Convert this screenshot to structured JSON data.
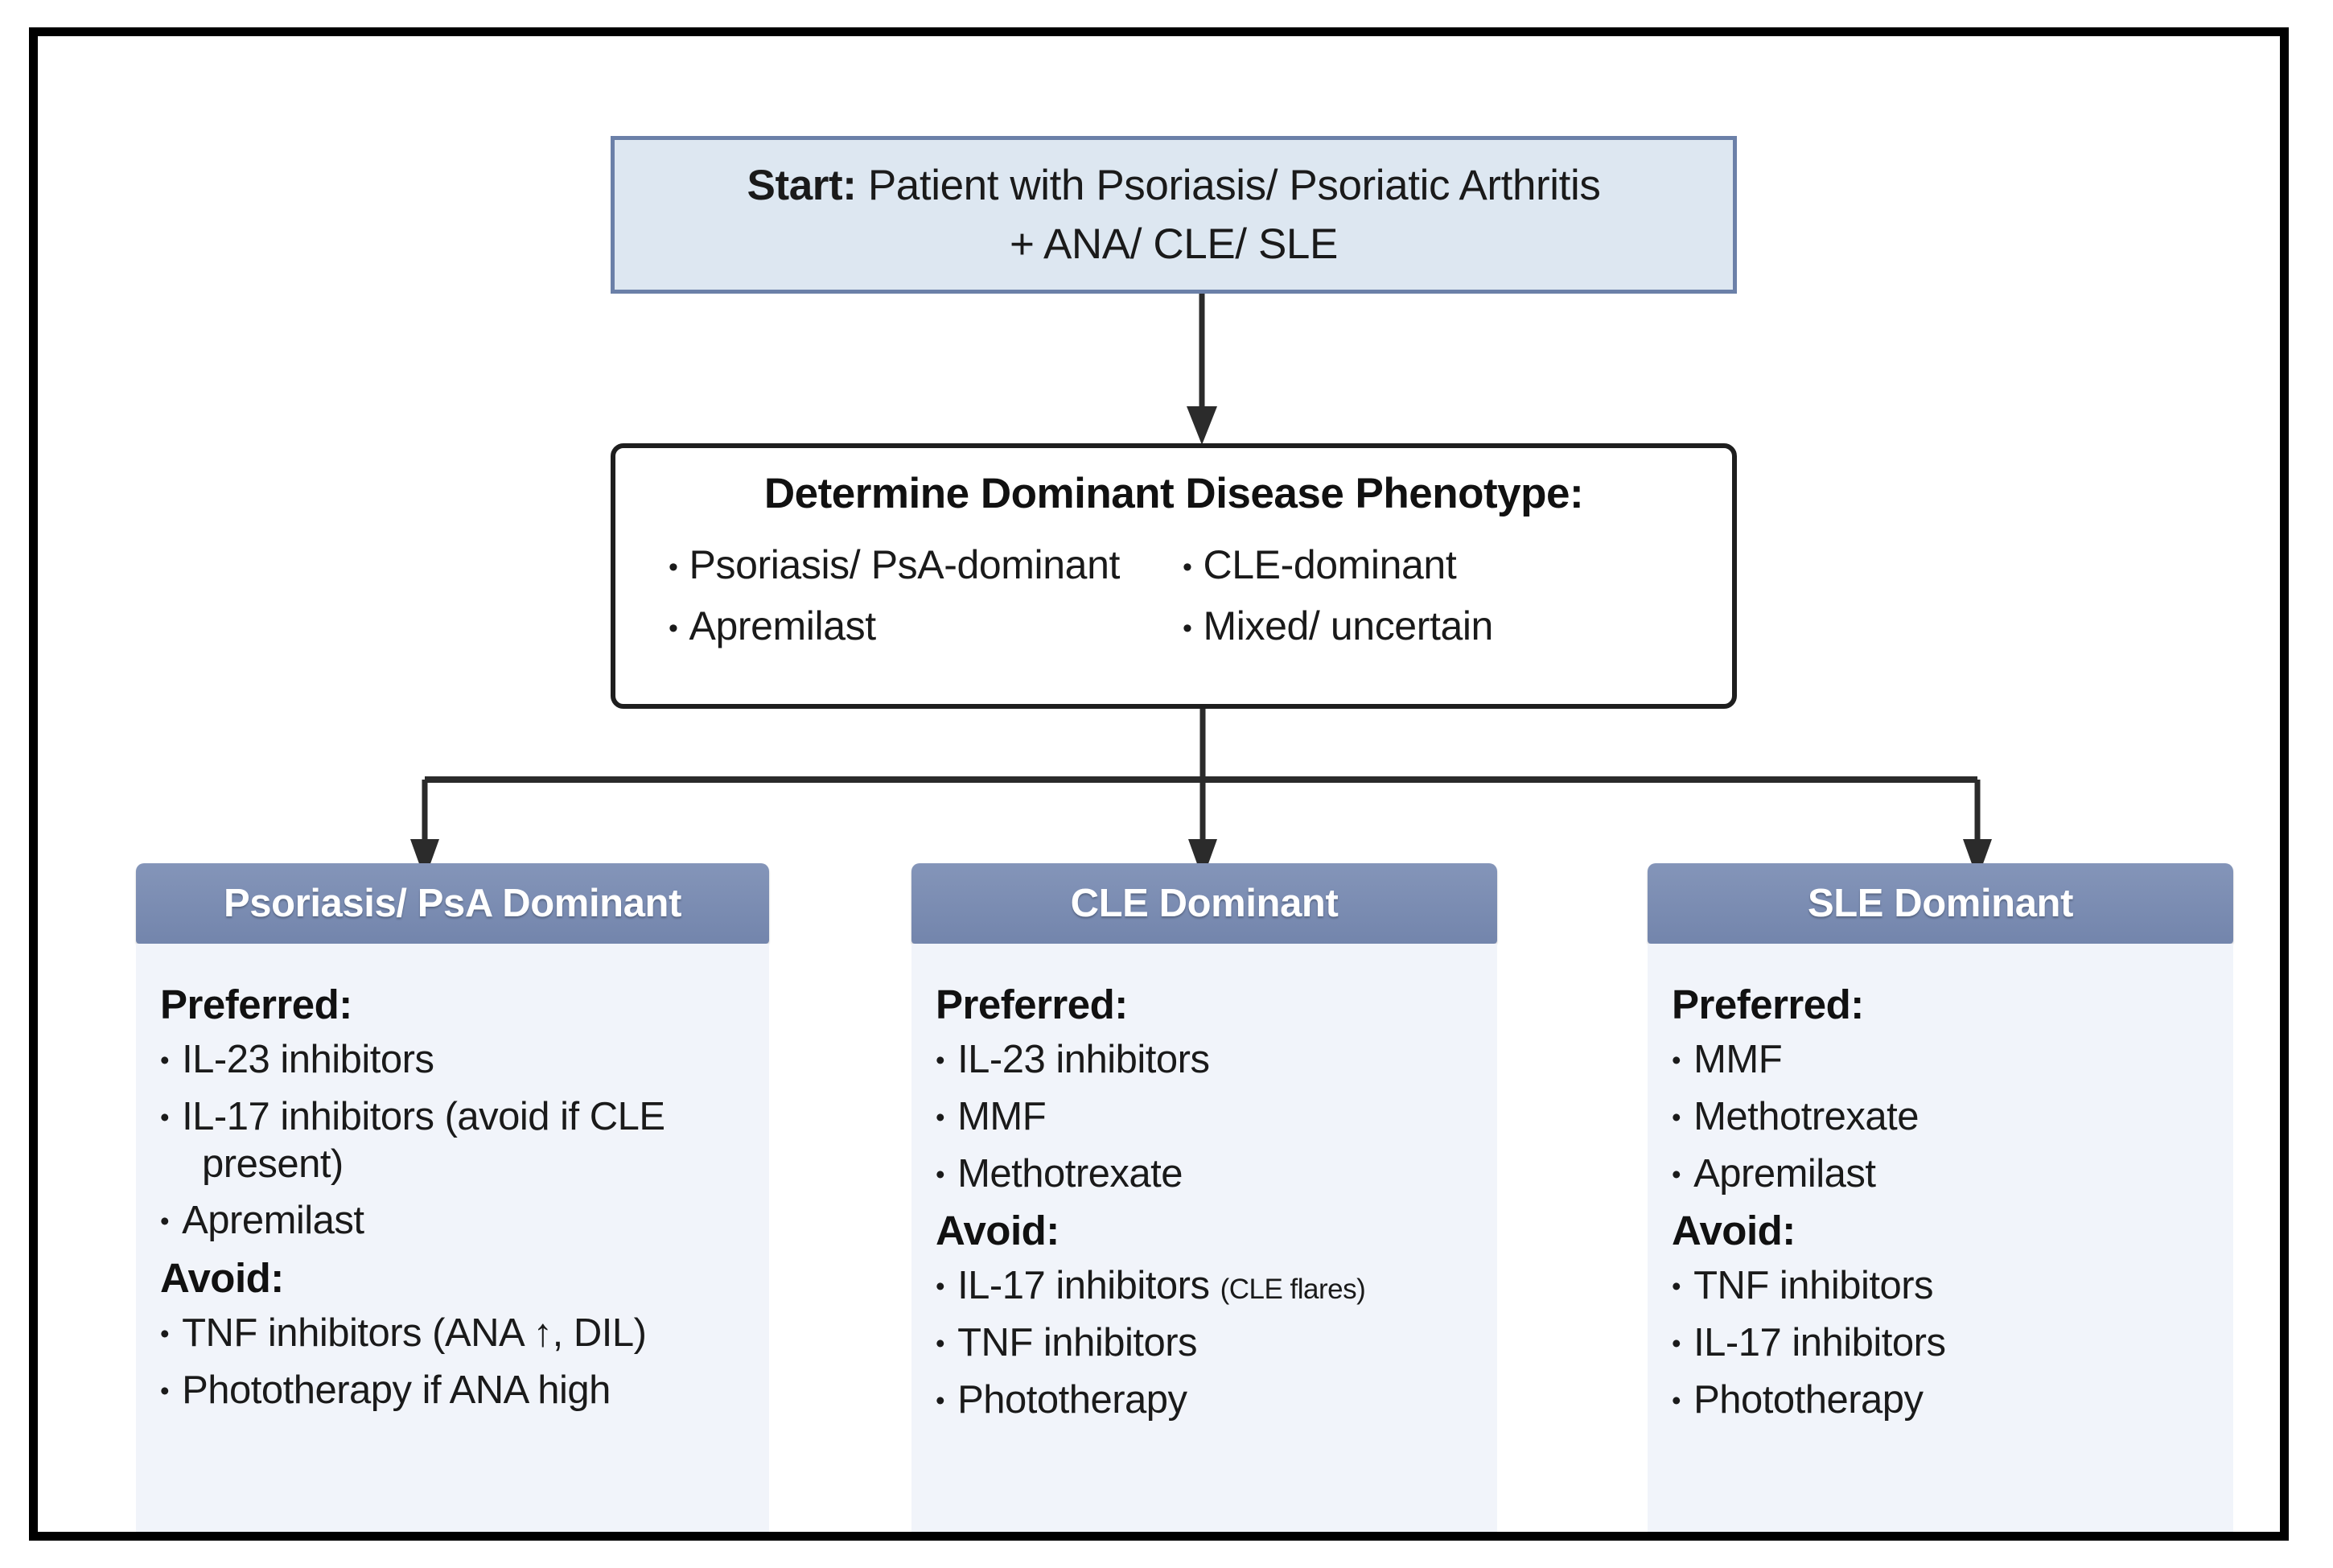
{
  "start": {
    "strong": "Start:",
    "line1_rest": " Patient with Psoriasis/ Psoriatic Arthritis",
    "line2": "+ ANA/ CLE/ SLE"
  },
  "decision": {
    "title": "Determine Dominant Disease Phenotype:",
    "left_items": [
      "Psoriasis/ PsA-dominant",
      "Apremilast"
    ],
    "right_items": [
      "CLE-dominant",
      "Mixed/ uncertain"
    ]
  },
  "columns": [
    {
      "header": "Psoriasis/ PsA Dominant",
      "preferred_label": "Preferred:",
      "preferred": [
        "IL-23 inhibitors",
        "IL-17 inhibitors (avoid if CLE present)",
        "Apremilast"
      ],
      "avoid_label": "Avoid:",
      "avoid": [
        "TNF inhibitors (ANA ↑, DIL)",
        "Phototherapy if ANA high"
      ]
    },
    {
      "header": "CLE Dominant",
      "preferred_label": "Preferred:",
      "preferred": [
        "IL-23 inhibitors",
        "MMF",
        "Methotrexate"
      ],
      "avoid_label": "Avoid:",
      "avoid_first_main": "IL-17 inhibitors",
      "avoid_first_note": "(CLE flares)",
      "avoid": [
        "TNF inhibitors",
        "Phototherapy"
      ]
    },
    {
      "header": "SLE Dominant",
      "preferred_label": "Preferred:",
      "preferred": [
        "MMF",
        "Methotrexate",
        "Apremilast"
      ],
      "avoid_label": "Avoid:",
      "avoid": [
        "TNF inhibitors",
        "IL-17 inhibitors",
        "Phototherapy"
      ]
    }
  ],
  "colors": {
    "header_blue": "#7385ac",
    "start_fill": "#dde7f1",
    "start_border": "#6b80a8",
    "panel_body": "#f1f4fa",
    "frame": "#000000",
    "connector": "#2b2b2b"
  },
  "icons": {
    "bullet": "•",
    "arrow_down": "arrow-down-icon",
    "up_arrow": "↑"
  }
}
